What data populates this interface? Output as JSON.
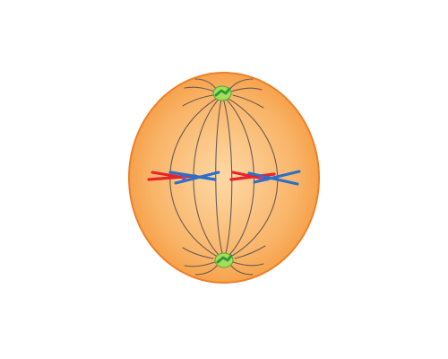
{
  "figure": {
    "subject": "",
    "colors": {
      "background": "#ffffff",
      "cell_fill_center": "#fdd9a6",
      "cell_fill_edge": "#f59a3f",
      "cell_outline": "#ee7f2a",
      "spindle_fibers": "#6b5a52",
      "chromatid_red": "#e8232c",
      "chromatid_blue": "#2a6fc9",
      "centromere": "#8a4fa0",
      "centrosome_outer": "#a7dc5a",
      "centrosome_inner": "#2f9a3a"
    },
    "parts": [
      "cell-membrane",
      "spindle-fibers",
      "centrosome-top",
      "centrosome-bottom",
      "chromosome-left",
      "chromosome-right"
    ]
  }
}
